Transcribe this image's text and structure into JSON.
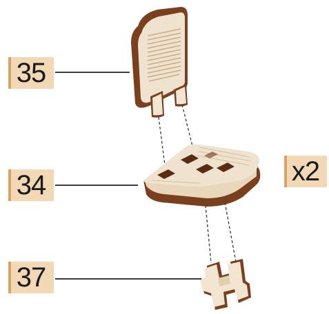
{
  "parts": [
    {
      "id": "backrest",
      "number": "35"
    },
    {
      "id": "seat",
      "number": "34"
    },
    {
      "id": "connector",
      "number": "37"
    }
  ],
  "quantity": "x2",
  "colors": {
    "label_fill": "#f3d8b6",
    "label_edge": "#d9a36a",
    "wood_light": "#f1e6d4",
    "wood_mid": "#e6d3b5",
    "wood_dark_edge": "#7a3f1c"
  }
}
